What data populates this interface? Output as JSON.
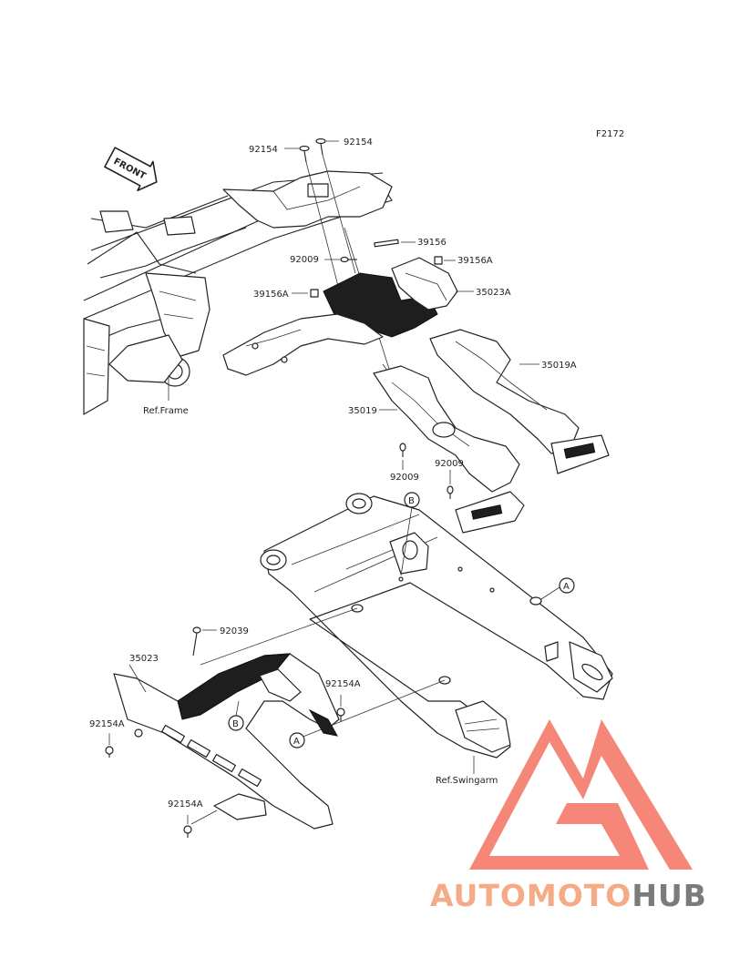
{
  "diagram": {
    "code": "F2172",
    "front_label": "FRONT",
    "ref_frame": "Ref.Frame",
    "ref_swingarm": "Ref.Swingarm",
    "parts": [
      "92154",
      "92154",
      "39156",
      "92009",
      "39156A",
      "39156A",
      "35023A",
      "35019A",
      "35019",
      "92009",
      "92009",
      "92039",
      "35023",
      "92154A",
      "92154A",
      "92154A"
    ],
    "callouts": [
      "B",
      "A",
      "B",
      "A"
    ]
  },
  "watermark": {
    "text_left": "AUTOMOTO",
    "text_right": "HUB",
    "color_light": "#f7c891",
    "color_mid": "#f47a6a",
    "color_dark": "#6d6d6d"
  }
}
